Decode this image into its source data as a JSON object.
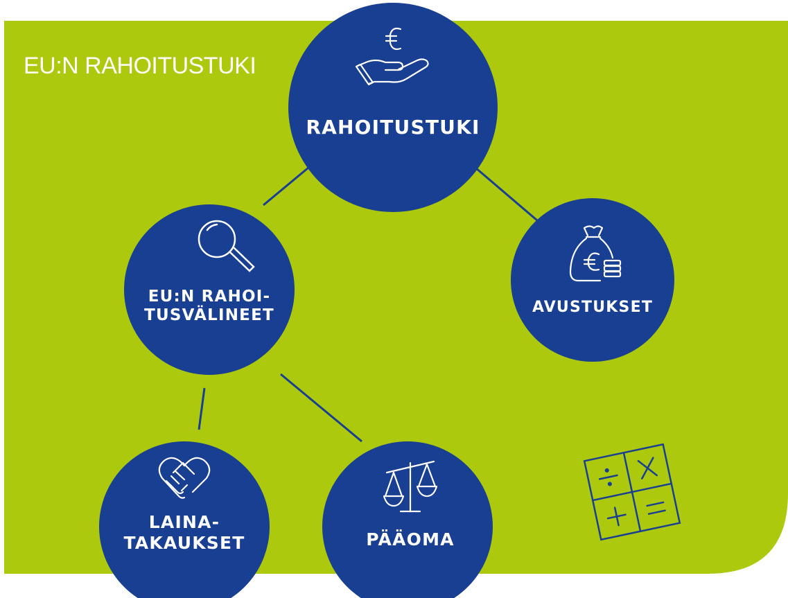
{
  "heading": "EU:N RAHOITUSTUKI",
  "colors": {
    "panel": "#adc90d",
    "node": "#183f91",
    "connector": "#183f91",
    "icon_stroke": "#ffffff",
    "calculator_stroke": "#183f91"
  },
  "nodes": {
    "rahoitustuki": {
      "label": "RAHOITUSTUKI",
      "icon": "euro-hand-icon"
    },
    "rahoitusvalineet": {
      "line1": "EU:N RAHOI-",
      "line2": "TUSVÄLINEET",
      "icon": "magnifier-icon"
    },
    "avustukset": {
      "label": "AVUSTUKSET",
      "icon": "money-bag-coins-icon"
    },
    "lainatakaukset": {
      "line1": "LAINA-",
      "line2": "TAKAUKSET",
      "icon": "handshake-icon"
    },
    "paaoma": {
      "label": "PÄÄOMA",
      "icon": "scales-icon"
    }
  },
  "decoration": {
    "icon": "calculator-icon"
  }
}
